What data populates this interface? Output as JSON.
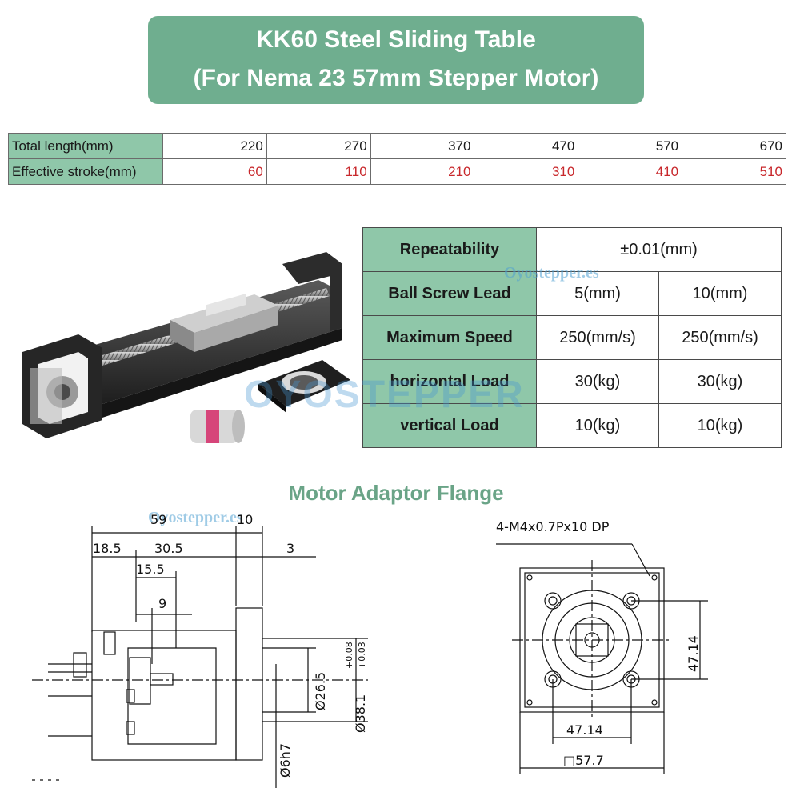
{
  "title": {
    "line1": "KK60 Steel Sliding Table",
    "line2": "(For Nema 23 57mm Stepper Motor)"
  },
  "spec_table": {
    "rows": [
      {
        "label": "Total length(mm)",
        "values": [
          "220",
          "270",
          "370",
          "470",
          "570",
          "670"
        ]
      },
      {
        "label": "Effective stroke(mm)",
        "values": [
          "60",
          "110",
          "210",
          "310",
          "410",
          "510"
        ]
      }
    ]
  },
  "params_table": {
    "repeatability": {
      "label": "Repeatability",
      "value": "±0.01(mm)"
    },
    "ball_screw_lead": {
      "label": "Ball Screw Lead",
      "values": [
        "5(mm)",
        "10(mm)"
      ]
    },
    "maximum_speed": {
      "label": "Maximum Speed",
      "values": [
        "250(mm/s)",
        "250(mm/s)"
      ]
    },
    "horizontal_load": {
      "label": "horizontal Load",
      "values": [
        "30(kg)",
        "30(kg)"
      ]
    },
    "vertical_load": {
      "label": "vertical Load",
      "values": [
        "10(kg)",
        "10(kg)"
      ]
    }
  },
  "watermarks": {
    "small": "Oyostepper.es",
    "big": "OYOSTEPPER"
  },
  "flange": {
    "title": "Motor Adaptor Flange",
    "side_dims": {
      "d59": "59",
      "d10": "10",
      "d18_5": "18.5",
      "d30_5": "30.5",
      "d3": "3",
      "d15_5": "15.5",
      "d9": "9",
      "d26_5": "Ø26.5",
      "d38_1": "Ø38.1",
      "tol_upper": "+0.08",
      "tol_lower": "+0.03",
      "d6h7": "Ø6h7"
    },
    "front_dims": {
      "holes": "4-M4x0.7Px10 DP",
      "vert": "47.14",
      "horiz": "47.14",
      "square": "□57.7"
    }
  },
  "colors": {
    "title_bg": "#6fae8f",
    "header_bg": "#8fc7a9",
    "stroke_red": "#c8282c",
    "flange_title": "#6aa487"
  }
}
